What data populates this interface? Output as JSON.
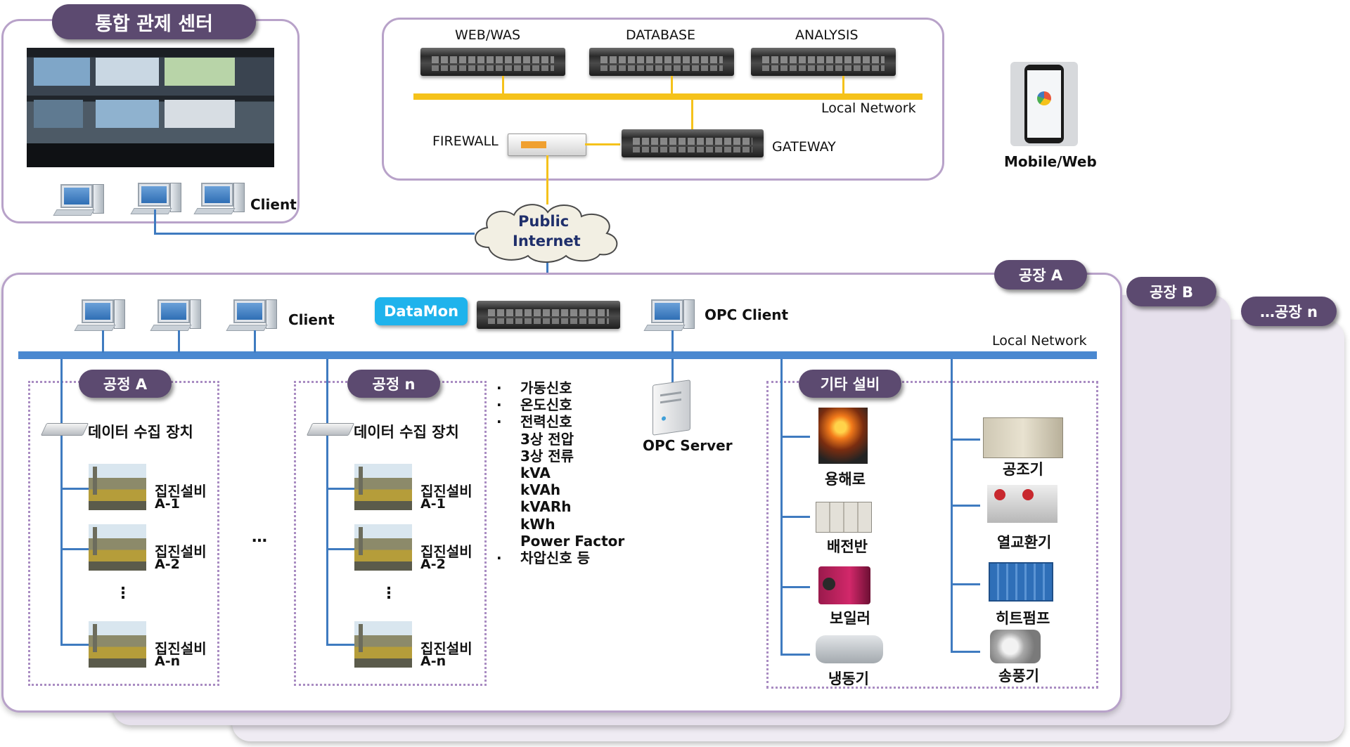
{
  "control_center": {
    "title": "통합 관제 센터",
    "client_label": "Client"
  },
  "server_group": {
    "servers": [
      "WEB/WAS",
      "DATABASE",
      "ANALYSIS"
    ],
    "local_network": "Local Network",
    "firewall": "FIREWALL",
    "gateway": "GATEWAY"
  },
  "mobile": {
    "label": "Mobile/Web"
  },
  "internet": {
    "line1": "Public",
    "line2": "Internet"
  },
  "factories": {
    "a": "공장 A",
    "b": "공장 B",
    "n": "…공장 n"
  },
  "factory_a": {
    "client_label": "Client",
    "datamon": "DataMon",
    "opc_client": "OPC Client",
    "opc_server": "OPC Server",
    "local_network": "Local Network"
  },
  "process_a": {
    "title": "공정 A",
    "device": "데이터 수집 장치",
    "items": [
      {
        "name": "집진설비",
        "id": "A-1"
      },
      {
        "name": "집진설비",
        "id": "A-2"
      },
      {
        "name": "집진설비",
        "id": "A-n"
      }
    ],
    "vdots": "⋮"
  },
  "between_processes": "…",
  "process_n": {
    "title": "공정 n",
    "device": "데이터 수집 장치",
    "items": [
      {
        "name": "집진설비",
        "id": "A-1"
      },
      {
        "name": "집진설비",
        "id": "A-2"
      },
      {
        "name": "집진설비",
        "id": "A-n"
      }
    ],
    "vdots": "⋮"
  },
  "signals": {
    "bullet": "·",
    "items": [
      "가동신호",
      "온도신호",
      "전력신호",
      "3상 전압",
      "3상 전류",
      "kVA",
      "kVAh",
      "kVARh",
      "kWh",
      "Power Factor",
      "차압신호 등"
    ]
  },
  "other_equipment": {
    "title": "기타 설비",
    "left": [
      "용해로",
      "배전반",
      "보일러",
      "냉동기"
    ],
    "right": [
      "공조기",
      "열교환기",
      "히트펌프",
      "송풍기"
    ]
  },
  "colors": {
    "frame": "#b8a2c9",
    "pill": "#5c4a70",
    "network": "#3f7bc0",
    "yellow_link": "#f5c21b",
    "datamon": "#1fb3ec"
  }
}
